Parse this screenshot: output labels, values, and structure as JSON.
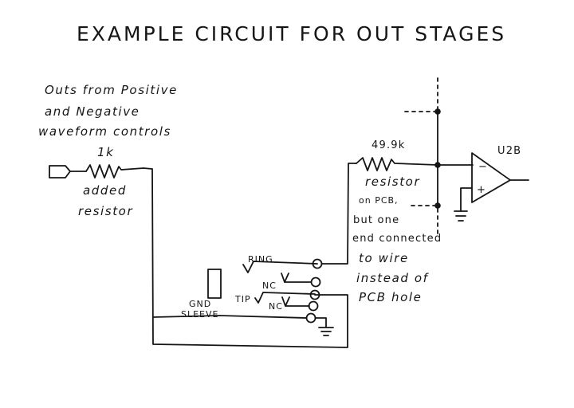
{
  "title": "EXAMPLE CIRCUIT FOR OUT STAGES",
  "outs_note": [
    "Outs from Positive",
    "and Negative",
    "waveform controls"
  ],
  "r1": {
    "value": "1k",
    "note": [
      "added",
      "resistor"
    ]
  },
  "r2": {
    "value": "49.9k",
    "note": [
      "resistor",
      "on PCB,",
      "but one",
      "end connected",
      "to wire",
      "instead of",
      "PCB hole"
    ]
  },
  "opamp": {
    "label": "U2B",
    "minus": "−",
    "plus": "+"
  },
  "jack": {
    "ring": "RING",
    "tip": "TIP",
    "nc1": "NC",
    "nc2": "NC",
    "gnd": "GND",
    "sleeve": "SLEEVE"
  }
}
